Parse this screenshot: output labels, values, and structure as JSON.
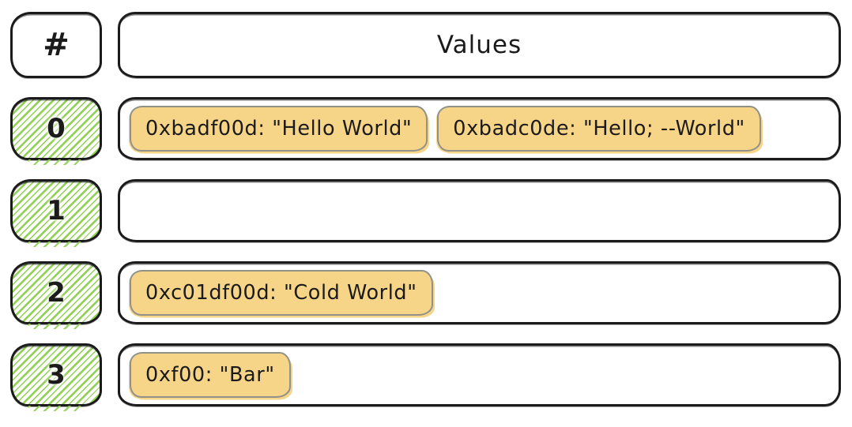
{
  "header": {
    "index_label": "#",
    "values_label": "Values"
  },
  "rows": [
    {
      "index": "0",
      "entries": [
        "0xbadf00d: \"Hello World\"",
        "0xbadc0de: \"Hello; --World\""
      ]
    },
    {
      "index": "1",
      "entries": []
    },
    {
      "index": "2",
      "entries": [
        "0xc01df00d: \"Cold World\""
      ]
    },
    {
      "index": "3",
      "entries": [
        "0xf00: \"Bar\""
      ]
    }
  ],
  "colors": {
    "stroke": "#1b1b1b",
    "entry_fill": "#f6d488",
    "entry_border": "#919189",
    "hatch_green": "#8ed04f",
    "bg": "#ffffff"
  }
}
